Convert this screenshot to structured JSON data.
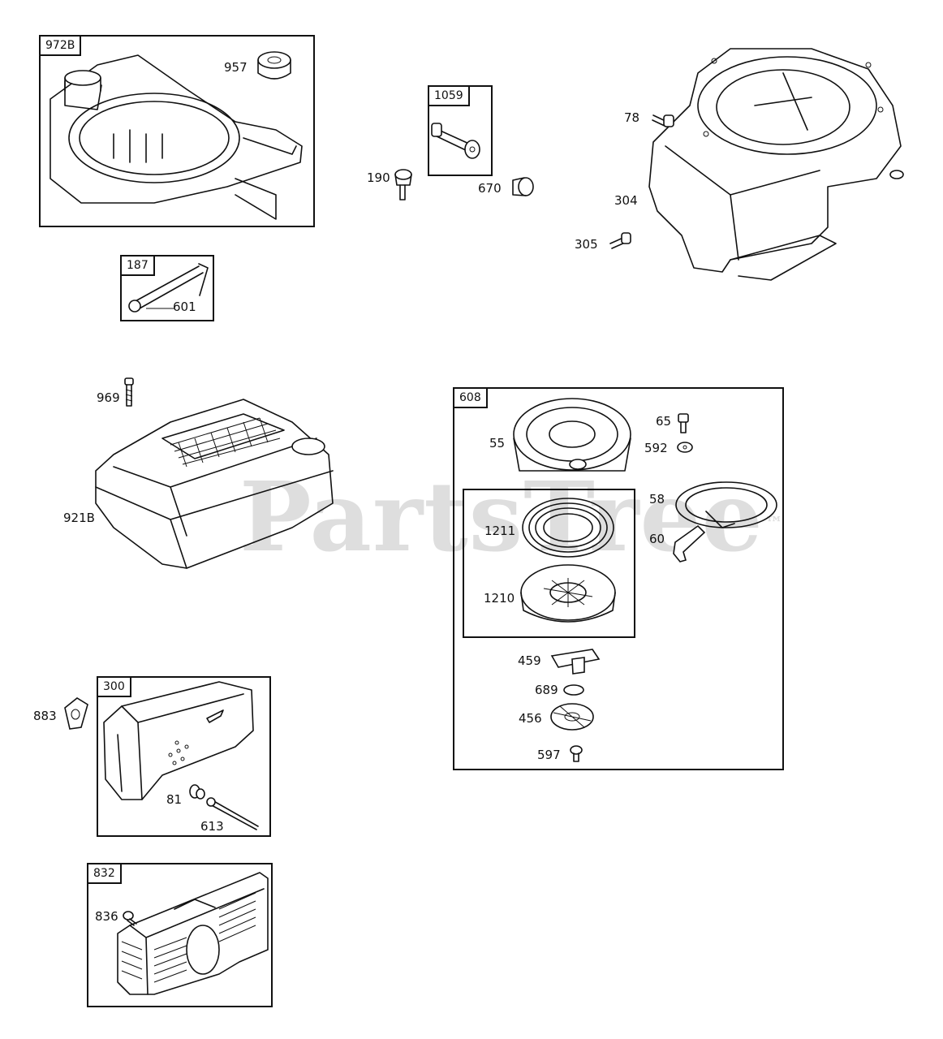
{
  "watermark": {
    "text": "PartsTree",
    "mark": "™"
  },
  "callout_boxes": {
    "b972B": "972B",
    "b187": "187",
    "b1059": "1059",
    "b608": "608",
    "b300": "300",
    "b832": "832"
  },
  "part_labels": {
    "p957": "957",
    "p1059_190": "190",
    "p670": "670",
    "p78": "78",
    "p304": "304",
    "p305": "305",
    "p601": "601",
    "p969": "969",
    "p921B": "921B",
    "p55": "55",
    "p65": "65",
    "p592": "592",
    "p58": "58",
    "p60": "60",
    "p1211": "1211",
    "p1210": "1210",
    "p459": "459",
    "p689": "689",
    "p456": "456",
    "p597": "597",
    "p883": "883",
    "p81": "81",
    "p613": "613",
    "p836": "836"
  },
  "colors": {
    "line": "#111111",
    "background": "#ffffff",
    "watermark": "#d9d9d9"
  }
}
